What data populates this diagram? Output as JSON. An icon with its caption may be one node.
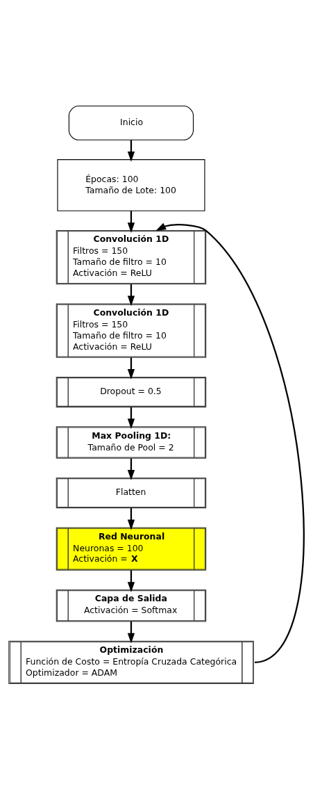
{
  "diagram": {
    "nodes": [
      {
        "text": [
          "Inicio"
        ]
      },
      {
        "text": [
          "Épocas: 100",
          "Tamaño de Lote: 100"
        ]
      },
      {
        "text": [
          "Convolución 1D",
          "Filtros = 150",
          "Tamaño de filtro = 10",
          "Activación = ReLU"
        ]
      },
      {
        "text": [
          "Convolución 1D",
          "Filtros = 150",
          "Tamaño de filtro = 10",
          "Activación = ReLU"
        ]
      },
      {
        "text": [
          "Dropout = 0.5"
        ]
      },
      {
        "text": [
          "Max Pooling 1D:",
          "Tamaño de Pool = 2"
        ]
      },
      {
        "text": [
          "Flatten"
        ]
      },
      {
        "text": [
          "Red Neuronal",
          "Neuronas = 100",
          "Activación = **X**"
        ]
      },
      {
        "text": [
          "Capa de Salida",
          "Activación = Softmax"
        ]
      },
      {
        "text": [
          "Optimización",
          "Función de Costo = Entropía Cruzada Categórica",
          "Optimizador = ADAM"
        ]
      }
    ],
    "edges": [
      {
        "from": 0,
        "to": 1,
        "arrow": "to"
      },
      {
        "from": 1,
        "to": 2,
        "arrow": "to"
      },
      {
        "from": 2,
        "to": 3,
        "arrow": "to"
      },
      {
        "from": 3,
        "to": 4,
        "arrow": "to"
      },
      {
        "from": 4,
        "to": 5,
        "arrow": "to"
      },
      {
        "from": 5,
        "to": 6,
        "arrow": "to"
      },
      {
        "from": 6,
        "to": 7,
        "arrow": "to"
      },
      {
        "from": 7,
        "to": 8,
        "arrow": "to"
      },
      {
        "from": 8,
        "to": 9,
        "arrow": "to"
      },
      {
        "from": 9,
        "to": 2,
        "arrow": "to"
      }
    ]
  }
}
